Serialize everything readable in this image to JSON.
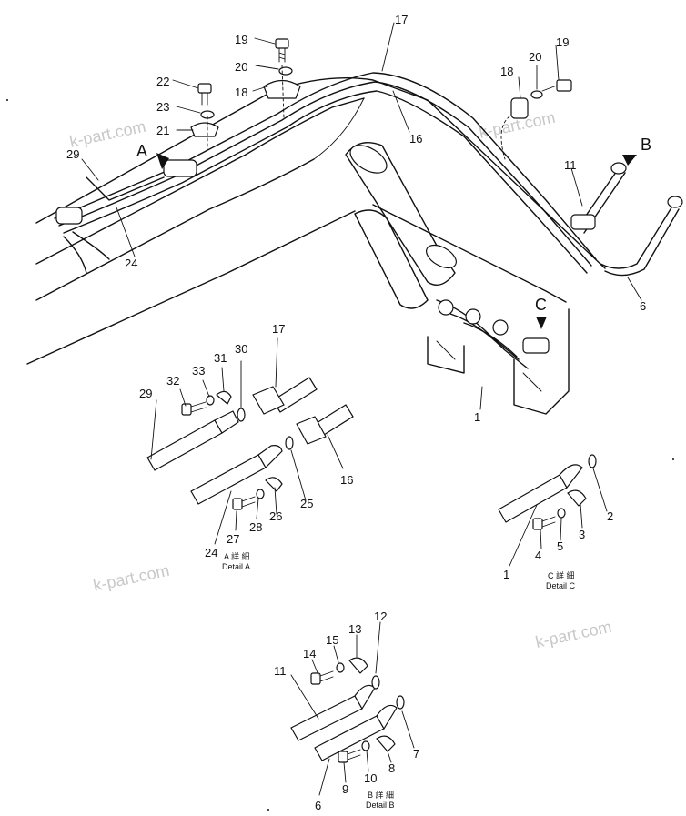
{
  "watermarks": [
    "k-part.com",
    "k-part.com",
    "k-part.com"
  ],
  "view_markers": {
    "a": "A",
    "b": "B",
    "c": "C"
  },
  "main_labels": [
    "19",
    "20",
    "18",
    "17",
    "22",
    "23",
    "21",
    "16",
    "18",
    "20",
    "19",
    "29",
    "11",
    "24",
    "6",
    "1"
  ],
  "detail_a": {
    "labels": [
      "33",
      "31",
      "30",
      "17",
      "32",
      "29",
      "16",
      "25",
      "26",
      "28",
      "27",
      "24"
    ],
    "caption_jp": "A 詳 細",
    "caption_en": "Detail A"
  },
  "detail_c": {
    "labels": [
      "2",
      "3",
      "5",
      "4",
      "1"
    ],
    "caption_jp": "C 詳 細",
    "caption_en": "Detail C"
  },
  "detail_b": {
    "labels": [
      "12",
      "13",
      "15",
      "14",
      "11",
      "7",
      "8",
      "10",
      "9",
      "6"
    ],
    "caption_jp": "B 詳 細",
    "caption_en": "Detail B"
  }
}
